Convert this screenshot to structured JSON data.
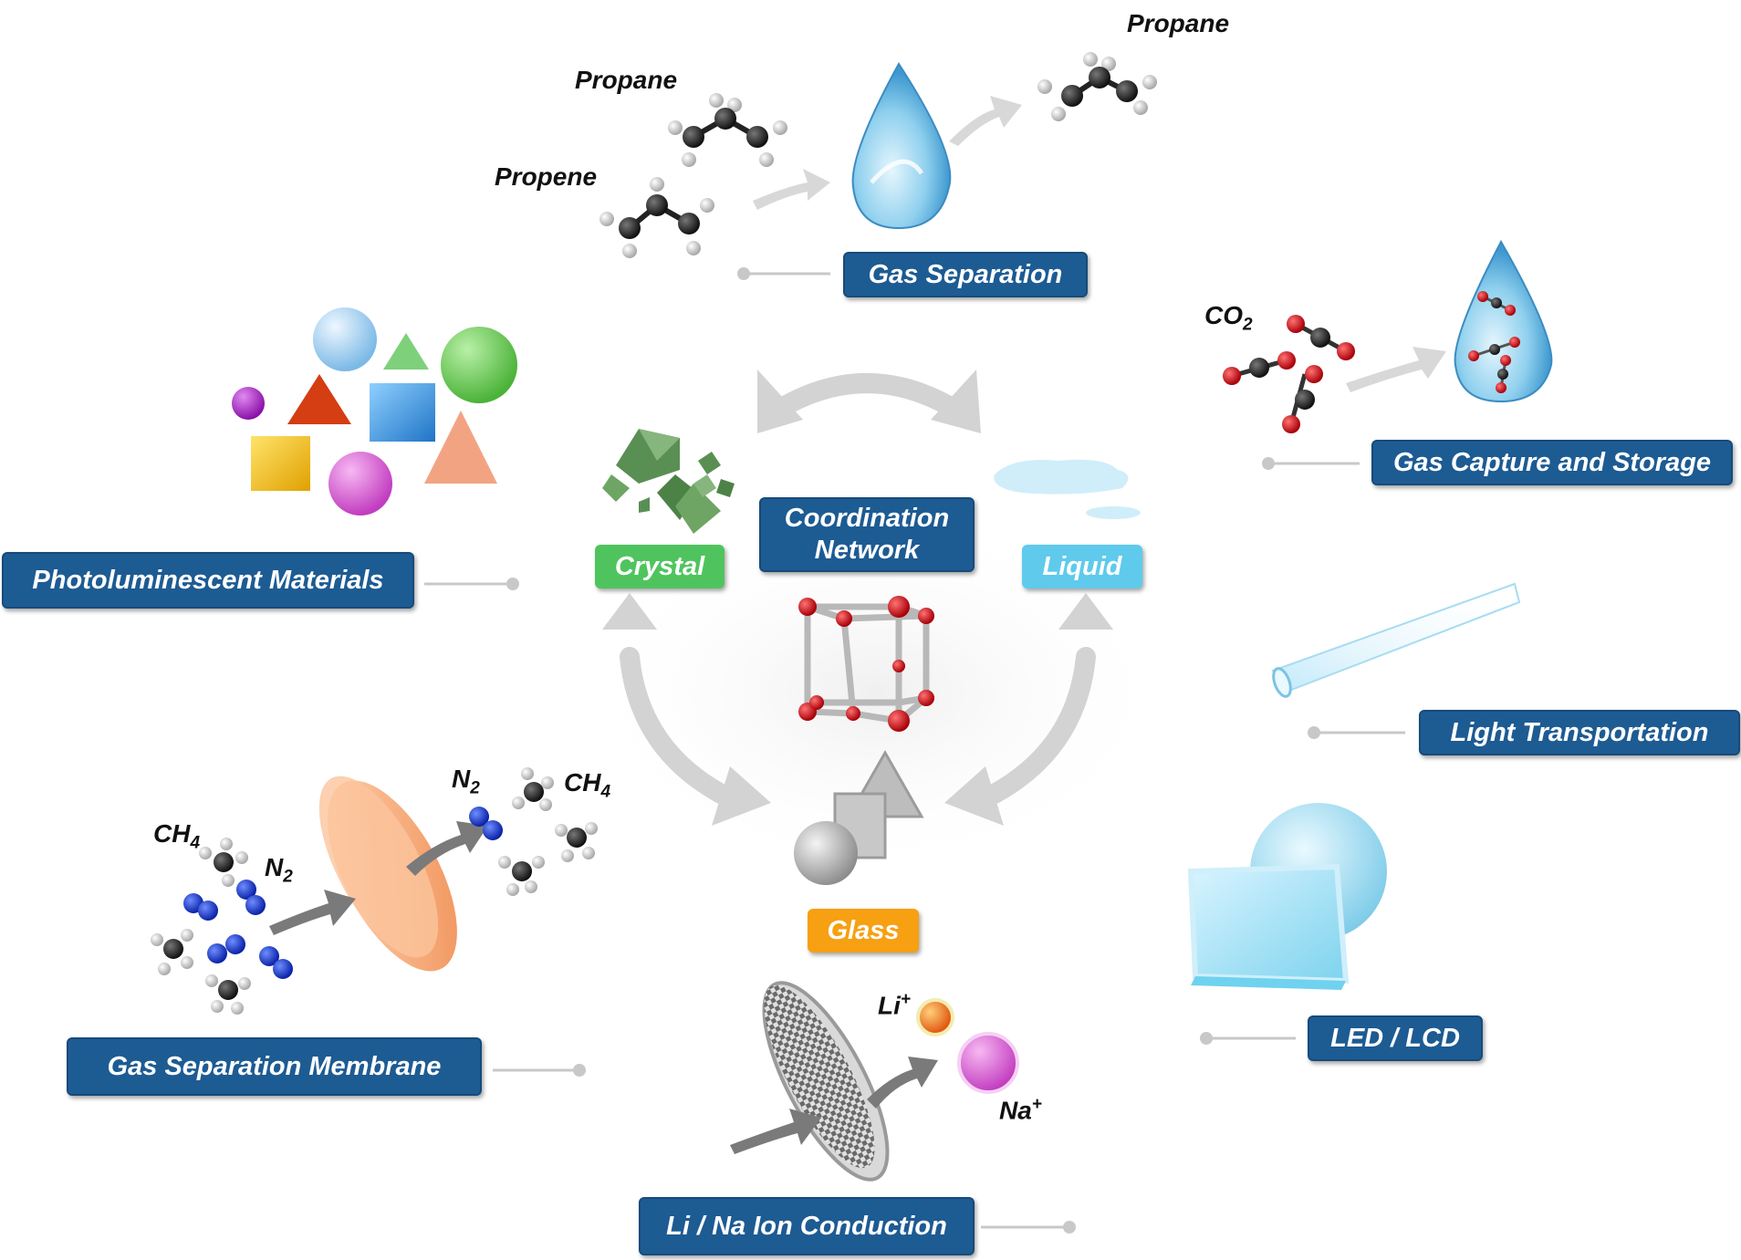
{
  "labels": {
    "gas_separation": "Gas Separation",
    "gas_capture": "Gas Capture and Storage",
    "photoluminescent": "Photoluminescent Materials",
    "light_transport": "Light Transportation",
    "led_lcd": "LED / LCD",
    "membrane": "Gas Separation Membrane",
    "ion_conduction": "Li / Na Ion Conduction",
    "center": "Coordination Network",
    "crystal": "Crystal",
    "liquid": "Liquid",
    "glass": "Glass"
  },
  "chemicals": {
    "propane_1": "Propane",
    "propane_2": "Propane",
    "propene": "Propene",
    "co2": "CO",
    "co2_sub": "2",
    "ch4_left": "CH",
    "ch4_left_sub": "4",
    "n2_left": "N",
    "n2_left_sub": "2",
    "n2_right": "N",
    "n2_right_sub": "2",
    "ch4_right": "CH",
    "ch4_right_sub": "4",
    "li": "Li",
    "li_sup": "+",
    "na": "Na",
    "na_sup": "+"
  },
  "colors": {
    "label_blue": "#1d5b93",
    "crystal_green": "#4fc45e",
    "liquid_cyan": "#5fcaec",
    "glass_orange": "#f6a012",
    "arrow_grey": "#d3d3d3"
  }
}
